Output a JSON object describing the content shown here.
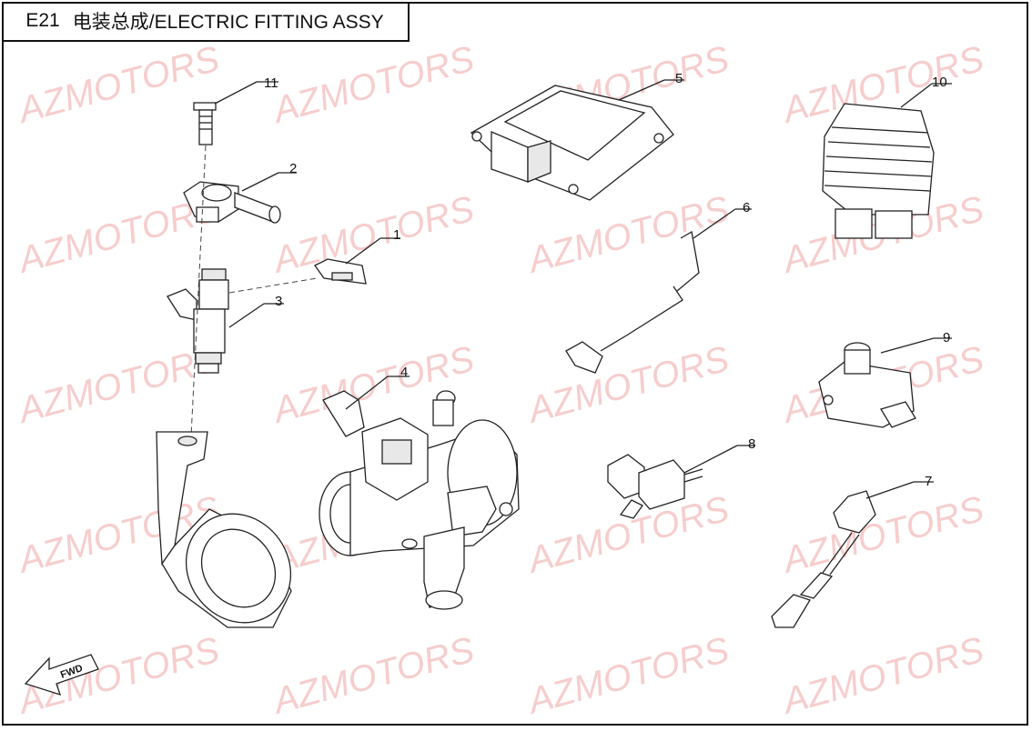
{
  "header": {
    "code": "E21",
    "title": "电装总成/ELECTRIC FITTING ASSY"
  },
  "watermark": "AZMOTORS",
  "fwd_label": "FWD",
  "colors": {
    "watermark": "#f3b9b9",
    "line": "#222222"
  },
  "callouts": [
    {
      "id": "1",
      "label": "1"
    },
    {
      "id": "2",
      "label": "2"
    },
    {
      "id": "3",
      "label": "3"
    },
    {
      "id": "4",
      "label": "4"
    },
    {
      "id": "5",
      "label": "5"
    },
    {
      "id": "6",
      "label": "6"
    },
    {
      "id": "7",
      "label": "7"
    },
    {
      "id": "8",
      "label": "8"
    },
    {
      "id": "9",
      "label": "9"
    },
    {
      "id": "10",
      "label": "10"
    },
    {
      "id": "11",
      "label": "11"
    }
  ]
}
